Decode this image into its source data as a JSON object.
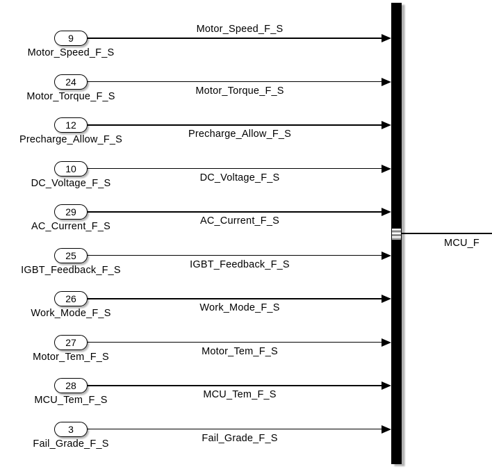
{
  "diagram": {
    "type": "simulink-block-diagram",
    "ports": [
      {
        "number": "9",
        "name": "Motor_Speed_F_S",
        "signal": "Motor_Speed_F_S",
        "signal_label_position": "above"
      },
      {
        "number": "24",
        "name": "Motor_Torque_F_S",
        "signal": "Motor_Torque_F_S",
        "signal_label_position": "below"
      },
      {
        "number": "12",
        "name": "Precharge_Allow_F_S",
        "signal": "Precharge_Allow_F_S",
        "signal_label_position": "below"
      },
      {
        "number": "10",
        "name": "DC_Voltage_F_S",
        "signal": "DC_Voltage_F_S",
        "signal_label_position": "below"
      },
      {
        "number": "29",
        "name": "AC_Current_F_S",
        "signal": "AC_Current_F_S",
        "signal_label_position": "below"
      },
      {
        "number": "25",
        "name": "IGBT_Feedback_F_S",
        "signal": "IGBT_Feedback_F_S",
        "signal_label_position": "below"
      },
      {
        "number": "26",
        "name": "Work_Mode_F_S",
        "signal": "Work_Mode_F_S",
        "signal_label_position": "below"
      },
      {
        "number": "27",
        "name": "Motor_Tem_F_S",
        "signal": "Motor_Tem_F_S",
        "signal_label_position": "below"
      },
      {
        "number": "28",
        "name": "MCU_Tem_F_S",
        "signal": "MCU_Tem_F_S",
        "signal_label_position": "below"
      },
      {
        "number": "3",
        "name": "Fail_Grade_F_S",
        "signal": "Fail_Grade_F_S",
        "signal_label_position": "below"
      }
    ],
    "bus": {
      "block": "bus-creator"
    },
    "output": {
      "signal": "MCU_F"
    },
    "colors": {
      "background": "#ffffff",
      "wire": "#000000",
      "block_fill": "#ffffff",
      "block_border": "#000000",
      "bus_fill": "#000000"
    }
  }
}
